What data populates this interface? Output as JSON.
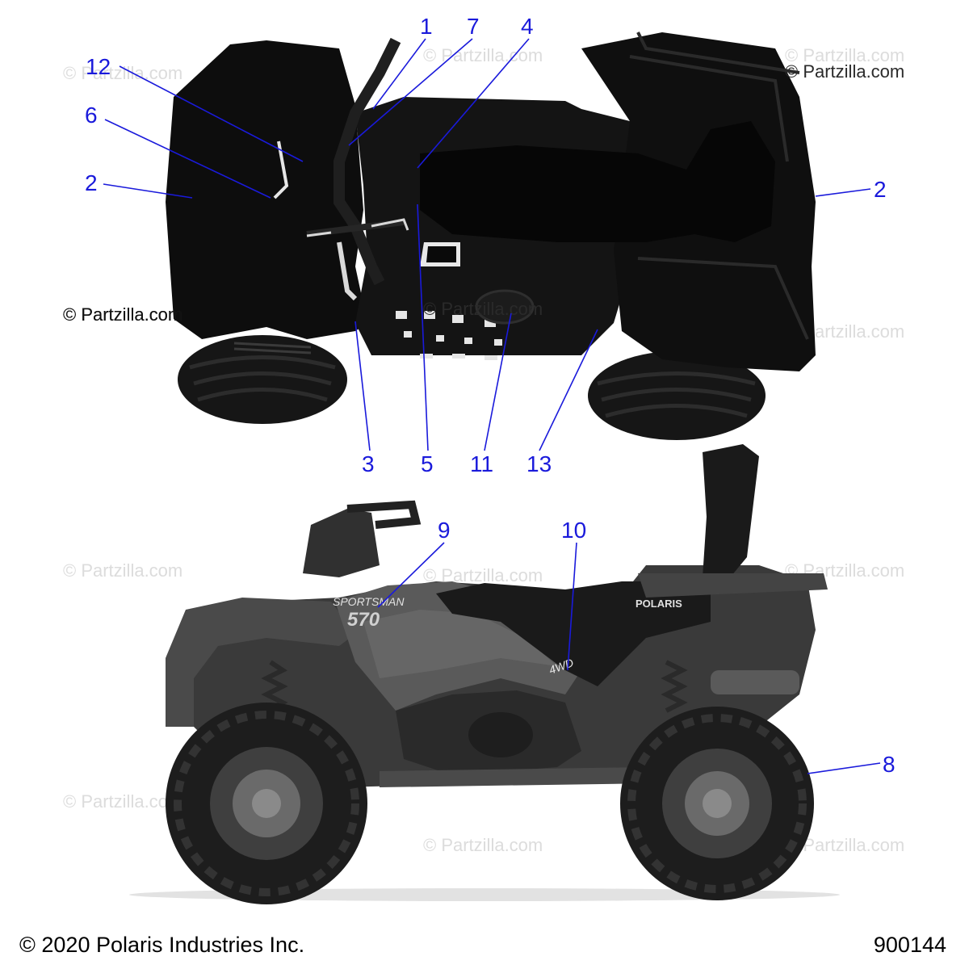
{
  "watermarks": {
    "brand": "© Partzilla.com"
  },
  "callouts": {
    "c1": "1",
    "c7": "7",
    "c4": "4",
    "c12": "12",
    "c6": "6",
    "c2_left": "2",
    "c2_right": "2",
    "c3": "3",
    "c5": "5",
    "c11": "11",
    "c13": "13",
    "c9": "9",
    "c10": "10",
    "c8": "8"
  },
  "vehicle_text": {
    "side_panel": "SPORTSMAN",
    "side_number": "570",
    "rear_badge": "4WD",
    "seat_brand": "POLARIS"
  },
  "footer": {
    "copyright": "© 2020 Polaris Industries Inc.",
    "diagram_id": "900144"
  },
  "colors": {
    "callout": "#1a1adb",
    "body_dark": "#111111"
  }
}
